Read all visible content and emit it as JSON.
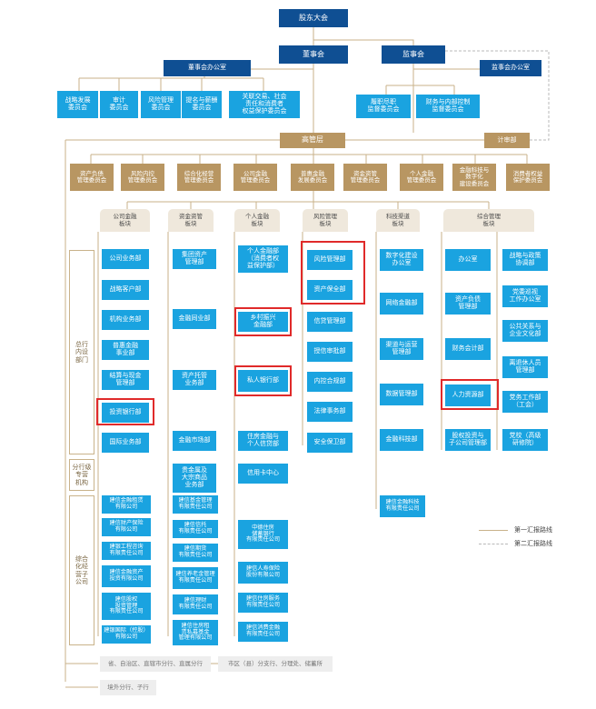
{
  "top": {
    "shareholders": "股东大会",
    "board": "董事会",
    "supervisors": "监事会",
    "board_office": "董事会办公室",
    "supervisor_office": "监事会办公室",
    "senior_mgmt": "高管层",
    "audit_dept": "计审部"
  },
  "board_committees": [
    "战略发展\n委员会",
    "审计\n委员会",
    "风险管理\n委员会",
    "提名与薪酬\n委员会",
    "关联交易、社会\n责任和消费者\n权益保护委员会"
  ],
  "supervisor_committees": [
    "履职尽职\n监督委员会",
    "财务与内部控制\n监督委员会"
  ],
  "mgmt_committees": [
    "资产负债\n管理委员会",
    "风险内控\n管理委员会",
    "综合化经营\n管理委员会",
    "公司金融\n管理委员会",
    "普惠金融\n发展委员会",
    "资金资管\n管理委员会",
    "个人金融\n管理委员会",
    "金融科技与\n数字化\n建设委员会",
    "消费者权益\n保护委员会"
  ],
  "segments": [
    "公司金融\n板块",
    "资金资管\n板块",
    "个人金融\n板块",
    "风险管理\n板块",
    "科技渠道\n板块",
    "综合管理\n板块"
  ],
  "group_labels": {
    "head_office": "总行\n内设\n部门",
    "branch_special": "分行级\n专营\n机构",
    "subsidiaries": "综合\n化经\n营子\n公司"
  },
  "col_corporate": [
    "公司业务部",
    "战略客户部",
    "机构业务部",
    "普惠金融\n事业部",
    "结算与现金\n管理部",
    "投资银行部",
    "国际业务部"
  ],
  "col_treasury": [
    "集团资产\n管理部",
    "金融同业部",
    "资产托管\n业务部",
    "金融市场部",
    "贵金属及\n大宗商品\n业务部"
  ],
  "col_personal": [
    "个人金融部\n（消费者权\n益保护部）",
    "乡村振兴\n金融部",
    "私人银行部",
    "住房金融与\n个人信贷部",
    "信用卡中心"
  ],
  "col_risk": [
    "风险管理部",
    "资产保全部",
    "信贷管理部",
    "授信审批部",
    "内控合规部",
    "法律事务部",
    "安全保卫部"
  ],
  "col_tech": [
    "数字化建设\n办公室",
    "网络金融部",
    "渠道与运营\n管理部",
    "数据管理部",
    "金融科技部"
  ],
  "col_admin_a": [
    "办公室",
    "资产负债\n管理部",
    "财务会计部",
    "人力资源部",
    "股权投资与\n子公司管理部"
  ],
  "col_admin_b": [
    "战略与政策\n协调部",
    "党委巡视\n工作办公室",
    "公共关系与\n企业文化部",
    "离退休人员\n管理部",
    "党务工作部\n（工会）",
    "党校（高级\n研修院）"
  ],
  "sub_corporate": [
    "建信金融租赁\n有限公司",
    "建信财产保险\n有限公司",
    "建银工程咨询\n有限责任公司",
    "建信金融资产\n投资有限公司",
    "建信股权\n投资管理\n有限责任公司",
    "建银国际（控股）\n有限公司"
  ],
  "sub_treasury": [
    "建信基金管理\n有限责任公司",
    "建信信托\n有限责任公司",
    "建信期货\n有限责任公司",
    "建信养老金管理\n有限责任公司",
    "建信理财\n有限责任公司",
    "建信住房租\n赁私募基金\n管理有限公司"
  ],
  "sub_personal": [
    "中德住房\n储蓄银行\n有限责任公司",
    "建信人寿保险\n股份有限公司",
    "建信住房服务\n有限责任公司",
    "建信消费金融\n有限责任公司"
  ],
  "sub_tech": [
    "建信金融科技\n有限责任公司"
  ],
  "bottom": {
    "provincial": "省、自治区、直辖市分行、直属分行",
    "city": "市区（县）分支行、分理处、储蓄所",
    "overseas": "境外分行、子行"
  },
  "legend": {
    "primary": "第一汇报路线",
    "secondary": "第二汇报路线"
  },
  "colors": {
    "navy": "#0f4f93",
    "blue": "#1aa3e0",
    "gold": "#b89662",
    "highlight": "#e02a2a",
    "primary_line": "#c9b28a",
    "secondary_line": "#b9b9b9"
  }
}
